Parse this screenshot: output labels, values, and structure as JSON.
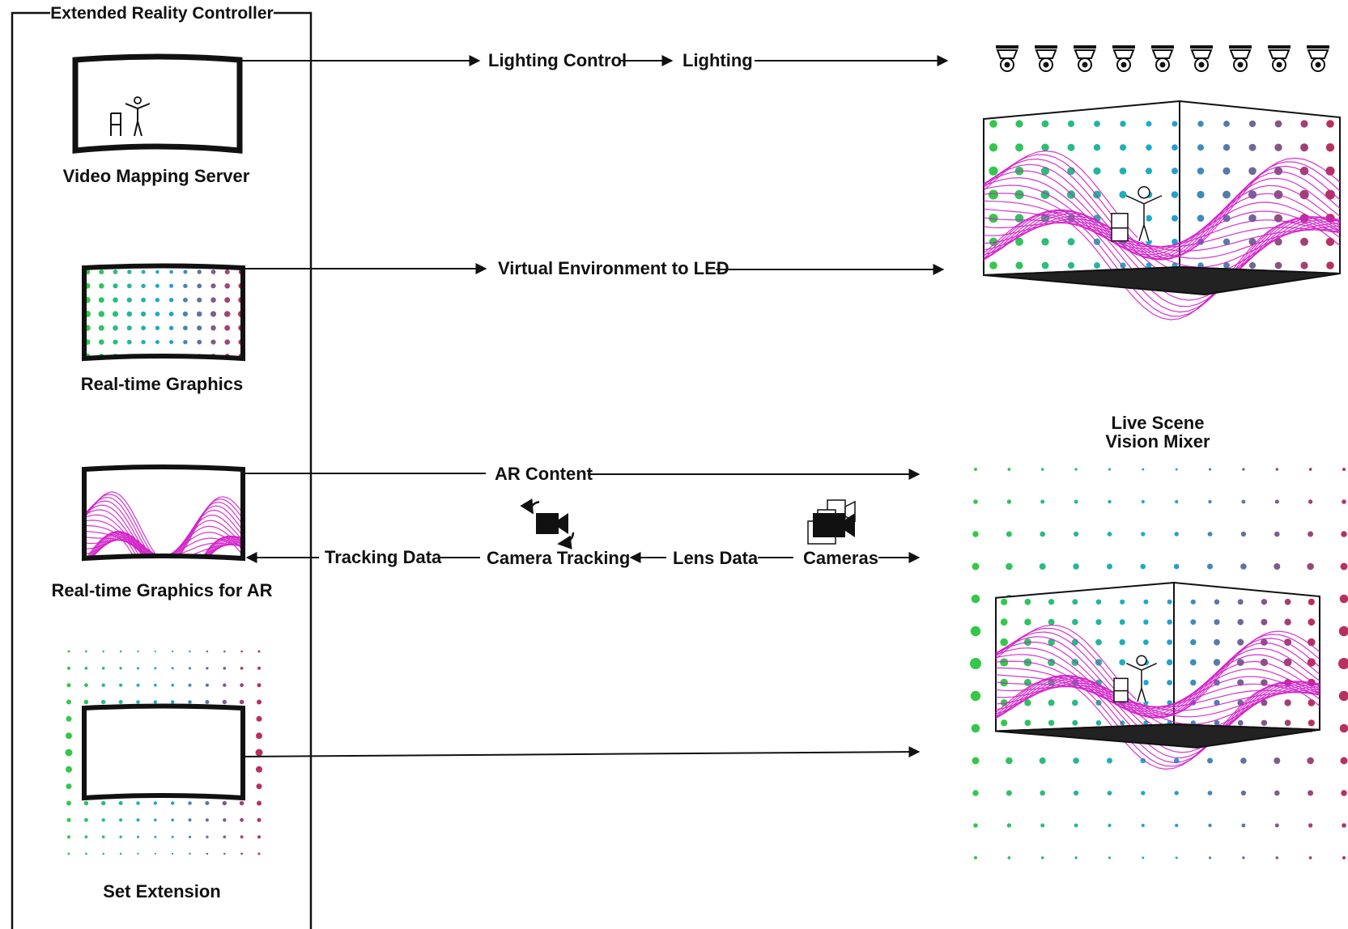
{
  "controller": {
    "title": "Extended Reality Controller",
    "items": [
      {
        "key": "video-mapping",
        "label": "Video Mapping Server"
      },
      {
        "key": "realtime-graphics",
        "label": "Real-time Graphics"
      },
      {
        "key": "realtime-graphics-ar",
        "label": "Real-time Graphics for AR"
      },
      {
        "key": "set-extension",
        "label": "Set Extension"
      }
    ]
  },
  "flows": {
    "lighting_control": "Lighting Control",
    "lighting": "Lighting",
    "virtual_env": "Virtual Environment to LED",
    "ar_content": "AR Content",
    "tracking_data": "Tracking Data",
    "camera_tracking": "Camera Tracking",
    "lens_data": "Lens Data",
    "cameras": "Cameras"
  },
  "outputs": {
    "live_scene_line1": "Live Scene",
    "live_scene_line2": "Vision Mixer"
  },
  "icons": [
    "stage-light-icon",
    "person-icon",
    "chair-icon",
    "camera-icon",
    "camera-rotate-icon",
    "multi-camera-icon",
    "wave-graphic",
    "dot-grid-graphic"
  ],
  "colors": {
    "line": "#111111",
    "wave": "#d21fc8",
    "dot_start": "#35c74a",
    "dot_mid": "#18a8d8",
    "dot_end": "#b8305f",
    "floor": "#222222"
  }
}
